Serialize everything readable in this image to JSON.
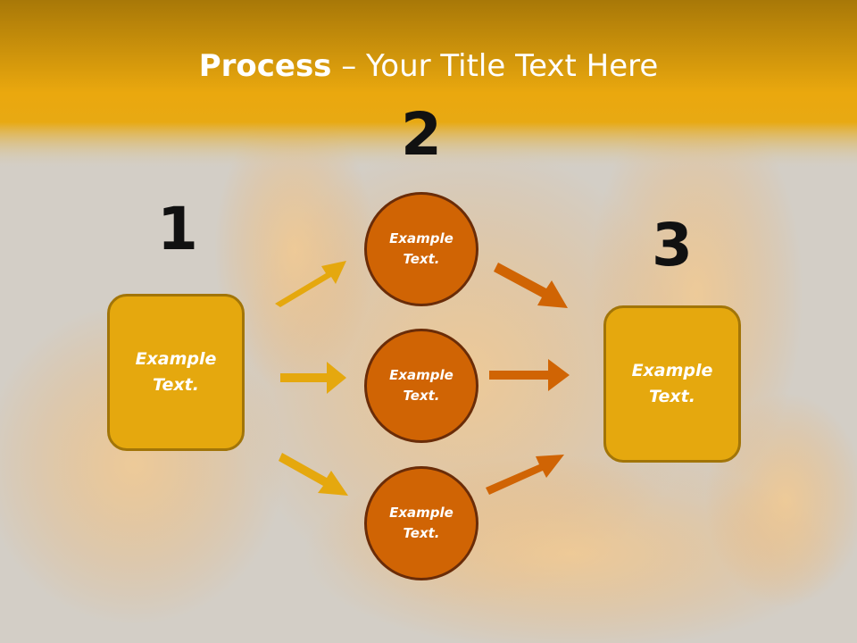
{
  "title": {
    "bold": "Process",
    "rest": " – Your Title Text Here"
  },
  "steps": {
    "one": {
      "number": "1",
      "text": "Example\nText."
    },
    "two": {
      "number": "2",
      "circles": [
        {
          "text": "Example\nText."
        },
        {
          "text": "Example\nText."
        },
        {
          "text": "Example\nText."
        }
      ]
    },
    "three": {
      "number": "3",
      "text": "Example\nText."
    }
  },
  "colors": {
    "header": "#e9a60e",
    "box_fill": "#e5a80e",
    "circle_fill": "#d06404",
    "arrow_left": "#e5a80e",
    "arrow_right": "#d06404"
  }
}
